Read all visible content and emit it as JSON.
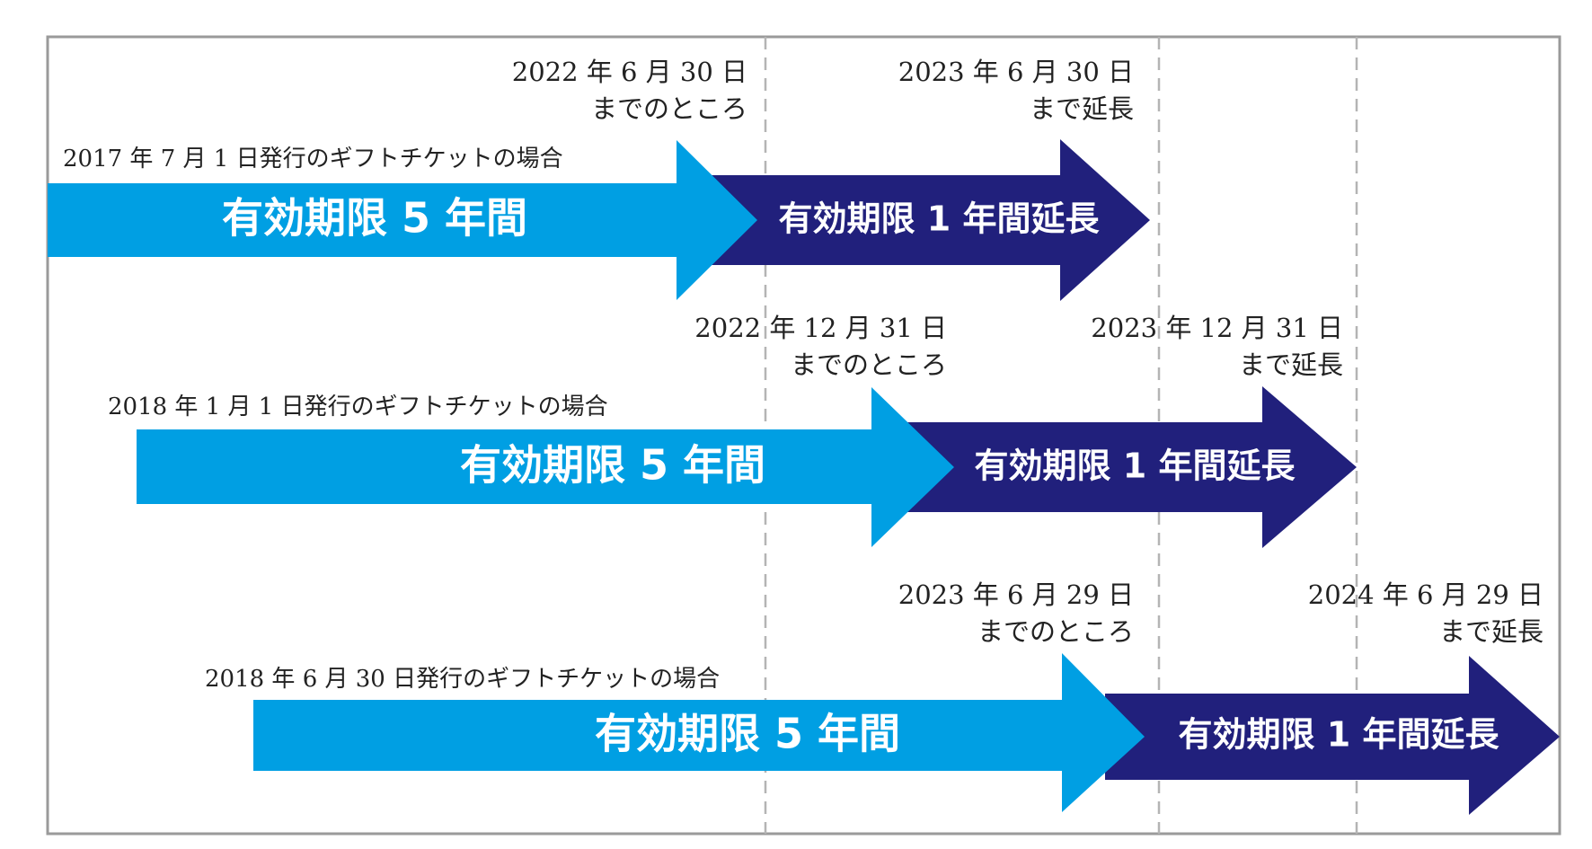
{
  "colors": {
    "primary_arrow": "#009fe3",
    "extension_arrow": "#21207c",
    "frame": "#9a9a9a",
    "guide": "#b4b4b4",
    "text": "#222222"
  },
  "rows": [
    {
      "issue_label": "2017 年 7 月 1 日発行のギフトチケットの場合",
      "primary_label": "有効期限 5 年間",
      "extension_label": "有効期限 1 年間延長",
      "original_date": "2022 年 6 月 30 日",
      "original_note": "までのところ",
      "extended_date": "2023 年 6 月 30 日",
      "extended_note": "まで延長"
    },
    {
      "issue_label": "2018 年 1 月 1 日発行のギフトチケットの場合",
      "primary_label": "有効期限 5 年間",
      "extension_label": "有効期限 1 年間延長",
      "original_date": "2022 年 12 月 31 日",
      "original_note": "までのところ",
      "extended_date": "2023 年 12 月 31 日",
      "extended_note": "まで延長"
    },
    {
      "issue_label": "2018 年 6 月 30 日発行のギフトチケットの場合",
      "primary_label": "有効期限 5 年間",
      "extension_label": "有効期限 1 年間延長",
      "original_date": "2023 年 6 月 29 日",
      "original_note": "までのところ",
      "extended_date": "2024 年 6 月 29 日",
      "extended_note": "まで延長"
    }
  ]
}
